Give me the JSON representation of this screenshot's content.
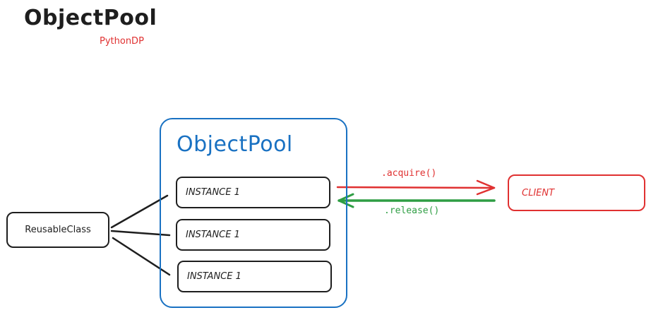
{
  "header": {
    "title": "ObjectPool",
    "subtitle": "PythonDP"
  },
  "pool": {
    "title": "ObjectPool",
    "instances": [
      {
        "label": "INSTANCE 1"
      },
      {
        "label": "INSTANCE 1"
      },
      {
        "label": "INSTANCE 1"
      }
    ]
  },
  "client": {
    "label": "CLIENT"
  },
  "reusable_class": {
    "label": "ReusableClass"
  },
  "arrows": {
    "acquire_label": ".acquire()",
    "release_label": ".release()"
  },
  "colors": {
    "pool": "#1971c2",
    "client": "#e03131",
    "acquire": "#e03131",
    "release": "#2f9e44",
    "stroke": "#1e1e1e"
  }
}
